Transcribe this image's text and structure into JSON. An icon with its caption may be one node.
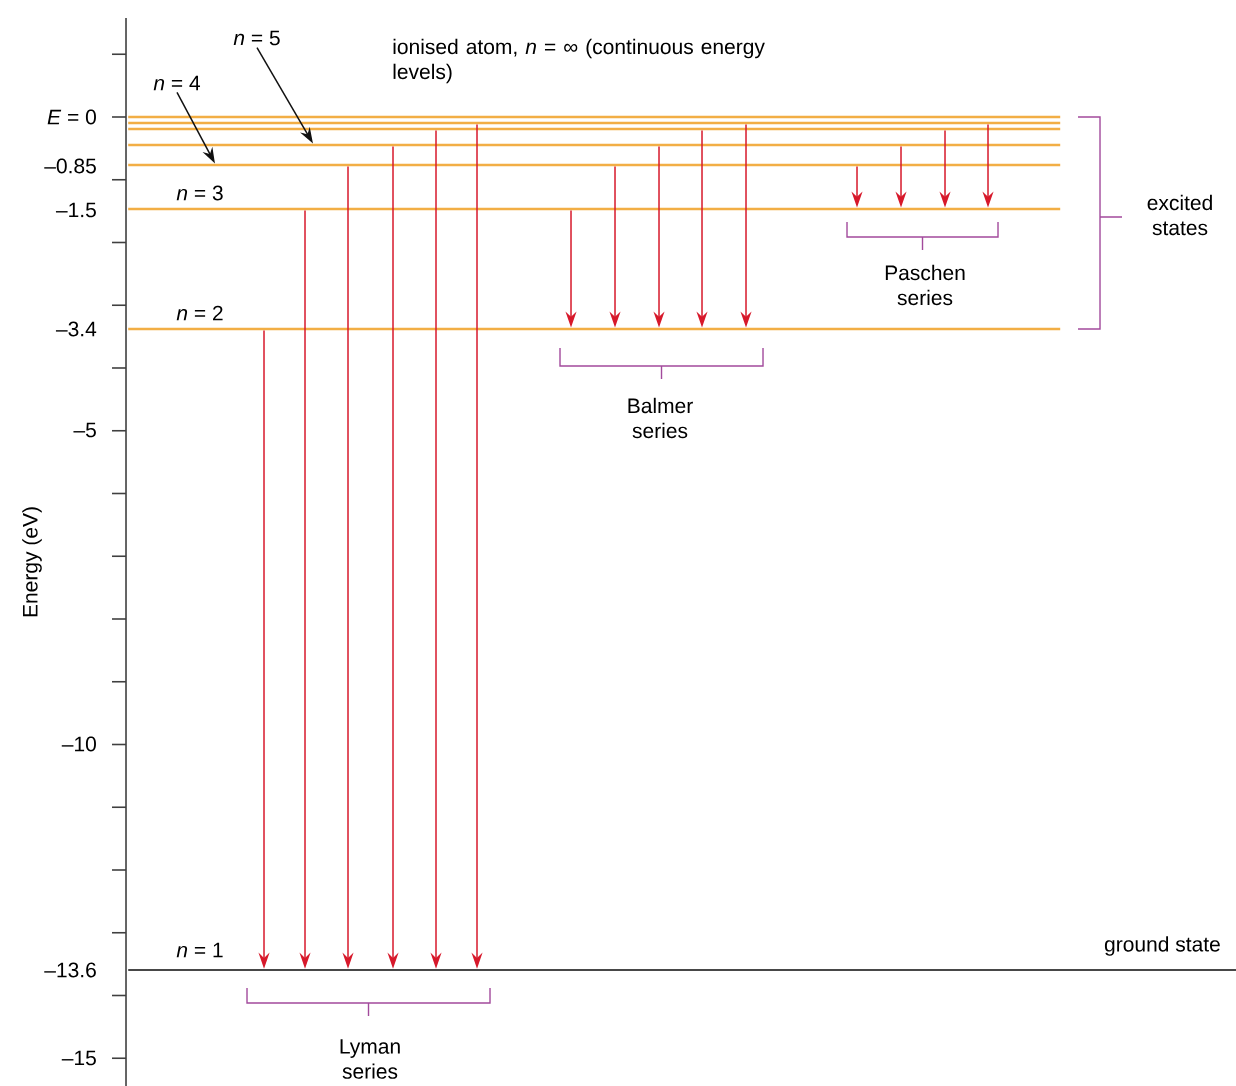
{
  "diagram": {
    "nodes": [
      {
        "text": [
          "*n* = 5"
        ]
      },
      {
        "text": [
          "*n* = 4"
        ]
      },
      {
        "text": [],
        "shape": "bar"
      },
      {
        "text": [],
        "shape": "bar"
      },
      {
        "text": [],
        "shape": "bar"
      },
      {
        "text": [],
        "shape": "bar"
      },
      {
        "text": [],
        "shape": "bar"
      },
      {
        "text": [
          "*n* = 3"
        ]
      },
      {
        "text": [
          "*n* = 2"
        ]
      },
      {
        "text": [
          "*n* = 1"
        ],
        "beside": [
          "ground state"
        ]
      }
    ],
    "edges": [
      {
        "from": 8,
        "to": 9,
        "arrow": "to"
      },
      {
        "from": 7,
        "to": 9,
        "arrow": "to"
      },
      {
        "from": 6,
        "to": 9,
        "arrow": "to"
      },
      {
        "from": 5,
        "to": 9,
        "arrow": "to"
      },
      {
        "from": 4,
        "to": 9,
        "arrow": "to"
      },
      {
        "from": 3,
        "to": 9,
        "arrow": "to"
      },
      {
        "from": 7,
        "to": 8,
        "arrow": "to"
      },
      {
        "from": 6,
        "to": 8,
        "arrow": "to"
      },
      {
        "from": 5,
        "to": 8,
        "arrow": "to"
      },
      {
        "from": 4,
        "to": 8,
        "arrow": "to"
      },
      {
        "from": 3,
        "to": 8,
        "arrow": "to"
      },
      {
        "from": 6,
        "to": 7,
        "arrow": "to"
      },
      {
        "from": 5,
        "to": 7,
        "arrow": "to"
      },
      {
        "from": 4,
        "to": 7,
        "arrow": "to"
      },
      {
        "from": 3,
        "to": 7,
        "arrow": "to"
      },
      {
        "from": 0,
        "to": 5,
        "arrow": "to",
        "color": "#111111"
      },
      {
        "from": 1,
        "to": 6,
        "arrow": "to",
        "color": "#111111"
      }
    ],
    "labels": [
      "*E* = 0",
      "–0.85",
      "–1.5",
      "–3.4",
      "–5",
      "–10",
      "–13.6",
      "–15",
      "Energy (eV)",
      "ionised atom, *n* = ∞ (continuous energy levels)",
      "excited states",
      "Paschen series",
      "Balmer series",
      "Lyman series"
    ]
  }
}
